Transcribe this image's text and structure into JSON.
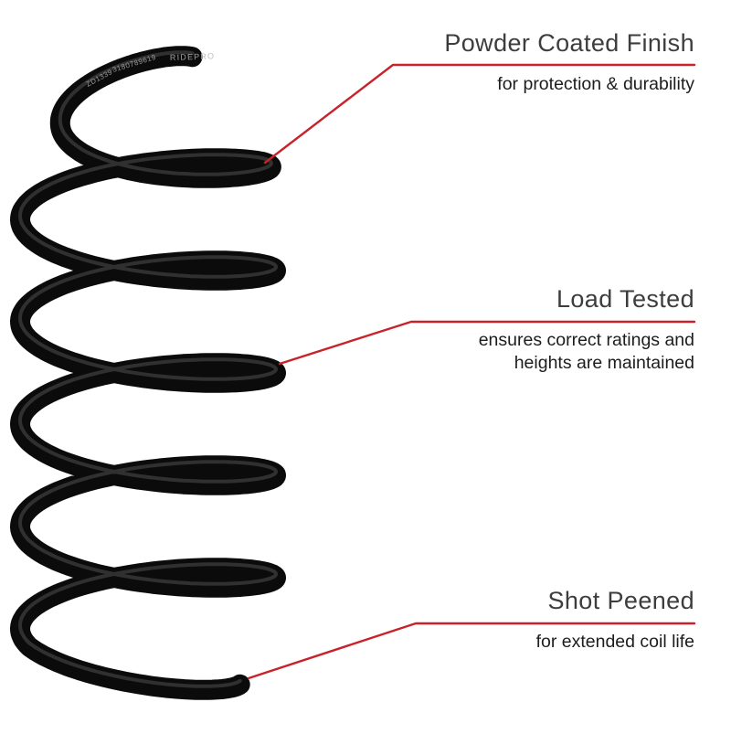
{
  "annotations": [
    {
      "heading": "Powder Coated Finish",
      "subtext": "for protection & durability"
    },
    {
      "heading": "Load Tested",
      "subtext": "ensures correct ratings and heights are maintained"
    },
    {
      "heading": "Shot Peened",
      "subtext": "for extended coil life"
    }
  ],
  "spring_markings": {
    "left": "ZD1339",
    "middle": "3180789619",
    "right": "RIDEPRO"
  },
  "colors": {
    "callout_red": "#c8232b",
    "heading_text": "#3d3d3d",
    "subtext": "#1d1d1d",
    "spring": "#0b0b0b",
    "background": "#ffffff"
  }
}
